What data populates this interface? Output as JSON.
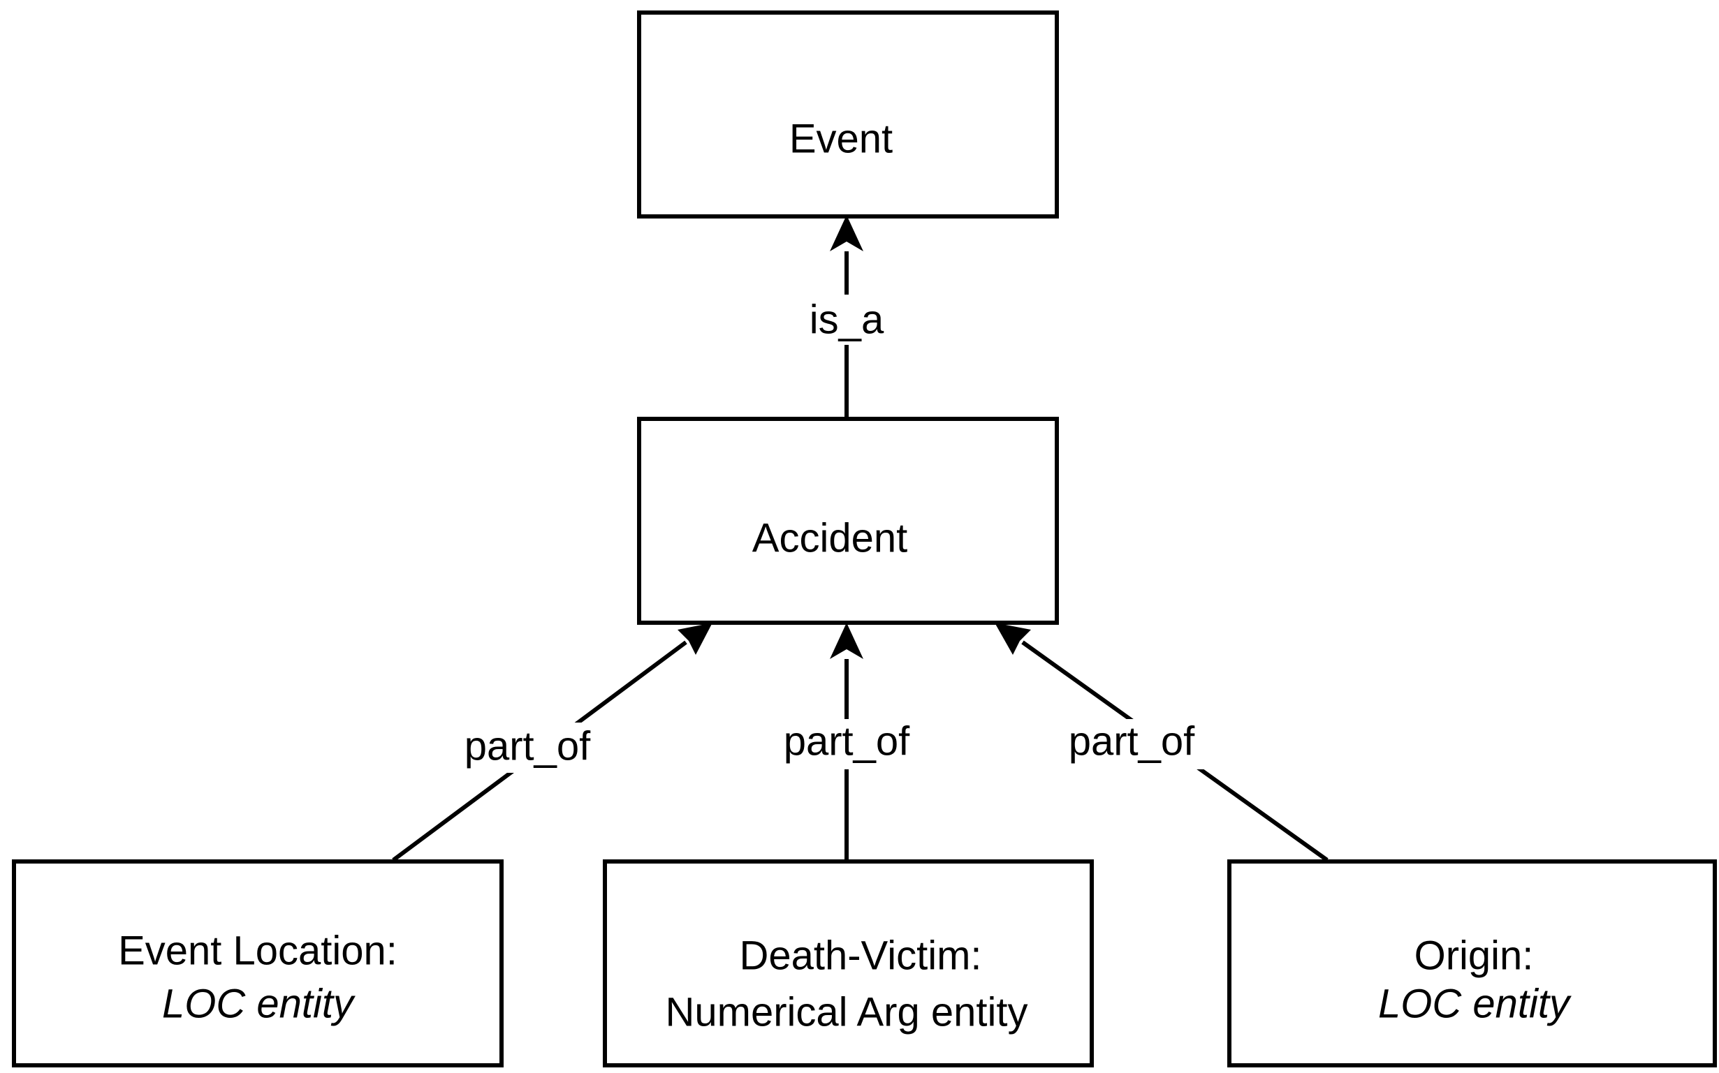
{
  "nodes": {
    "event": {
      "label": "Event"
    },
    "accident": {
      "label": "Accident"
    },
    "event_location": {
      "label_line1": "Event Location:",
      "label_line2": "LOC entity"
    },
    "death_victim": {
      "label_line1": "Death-Victim:",
      "label_line2": "Numerical Arg entity"
    },
    "origin": {
      "label_line1": "Origin:",
      "label_line2": "LOC entity"
    }
  },
  "edges": {
    "accident_event": {
      "label": "is_a"
    },
    "event_location_accident": {
      "label": "part_of"
    },
    "death_victim_accident": {
      "label": "part_of"
    },
    "origin_accident": {
      "label": "part_of"
    }
  },
  "colors": {
    "stroke": "#000000",
    "background": "#ffffff"
  }
}
